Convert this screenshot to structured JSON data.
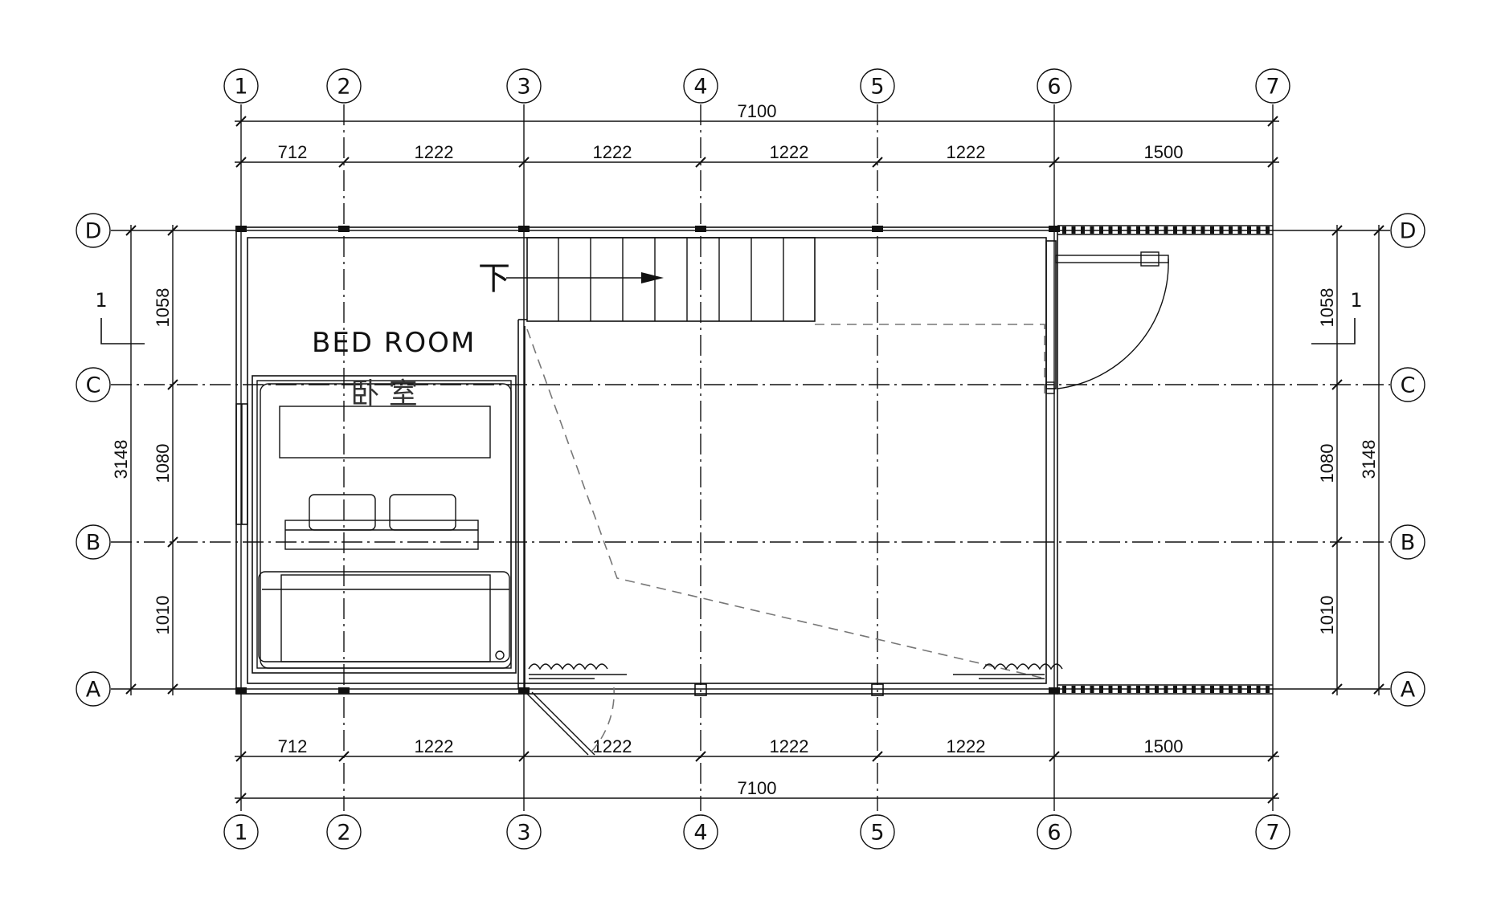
{
  "grid_columns": [
    "1",
    "2",
    "3",
    "4",
    "5",
    "6",
    "7"
  ],
  "grid_rows": [
    "D",
    "C",
    "B",
    "A"
  ],
  "top_dimensions": {
    "overall": "7100",
    "segments": [
      "712",
      "1222",
      "1222",
      "1222",
      "1222",
      "1500"
    ]
  },
  "bottom_dimensions": {
    "overall": "7100",
    "segments": [
      "712",
      "1222",
      "1222",
      "1222",
      "1222",
      "1500"
    ]
  },
  "left_dimensions": {
    "overall": "3148",
    "segments": [
      "1058",
      "1080",
      "1010"
    ]
  },
  "right_dimensions": {
    "overall": "3148",
    "segments": [
      "1058",
      "1080",
      "1010"
    ]
  },
  "section_marks": {
    "left": "1",
    "right": "1"
  },
  "room": {
    "name_en": "BED ROOM",
    "name_cn": "卧 室"
  },
  "stair": {
    "direction_label": "下"
  }
}
